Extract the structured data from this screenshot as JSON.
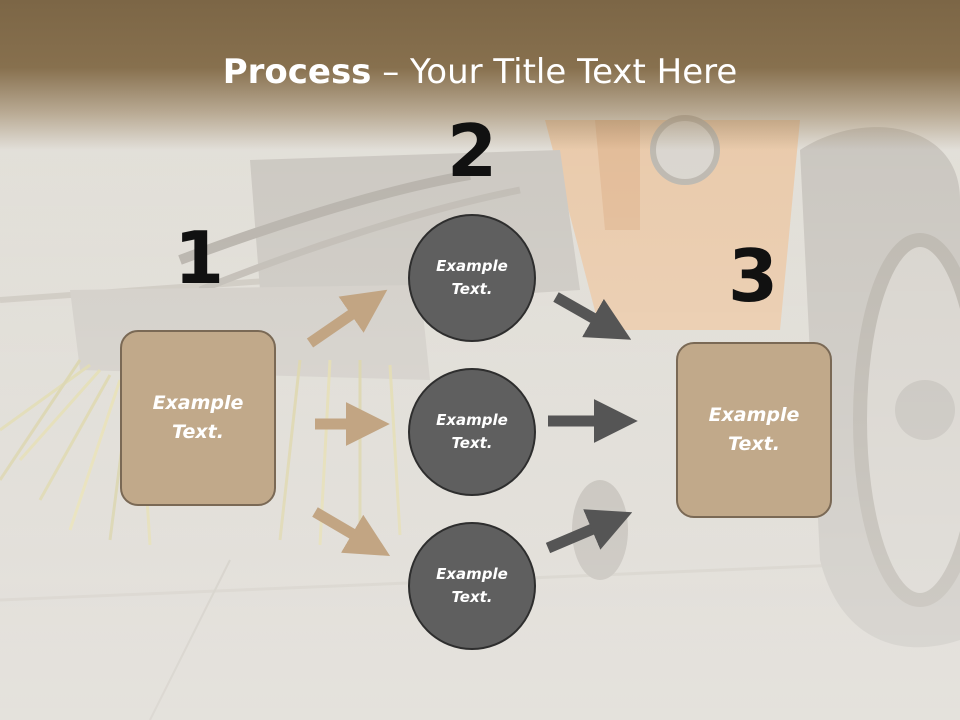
{
  "slide": {
    "title_bold": "Process",
    "title_rest": " – Your Title Text Here"
  },
  "steps": [
    {
      "number": "1",
      "text": "Example\nText."
    },
    {
      "number": "2",
      "items": [
        "Example\nText.",
        "Example\nText.",
        "Example\nText."
      ]
    },
    {
      "number": "3",
      "text": "Example\nText."
    }
  ],
  "colors": {
    "box_fill": "#c1a98a",
    "circle_fill": "#5f5f5f",
    "tan_arrow": "#c2a583",
    "dark_arrow": "#555555",
    "title_band": "#7c6646"
  }
}
